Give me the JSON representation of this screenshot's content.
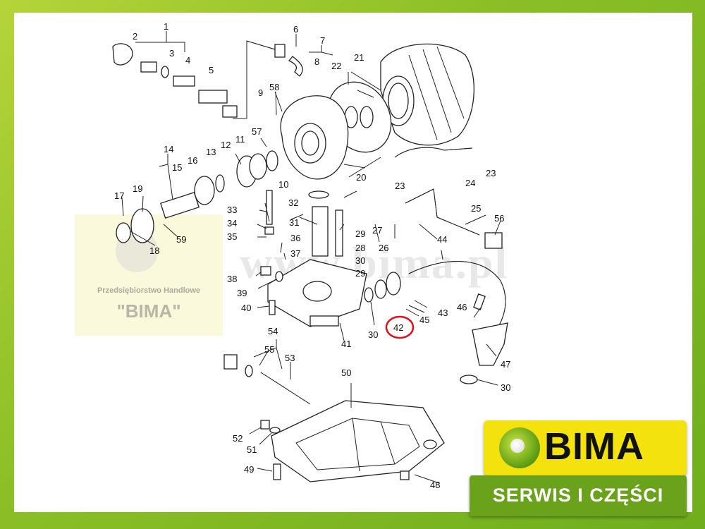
{
  "watermark": {
    "url_text": "www.bima.pl",
    "company_line": "Przedsiębiorstwo Handlowe",
    "company_name": "\"BIMA\""
  },
  "badge": {
    "brand": "BIMA",
    "tagline": "SERWIS I CZĘŚCI"
  },
  "highlighted_part": "42",
  "part_labels": [
    "1",
    "2",
    "3",
    "4",
    "5",
    "6",
    "7",
    "8",
    "9",
    "10",
    "11",
    "12",
    "13",
    "14",
    "15",
    "16",
    "17",
    "18",
    "19",
    "20",
    "21",
    "22",
    "23",
    "23",
    "24",
    "25",
    "26",
    "27",
    "28",
    "29",
    "29",
    "30",
    "30",
    "30",
    "31",
    "32",
    "33",
    "34",
    "35",
    "36",
    "37",
    "38",
    "39",
    "40",
    "41",
    "42",
    "43",
    "44",
    "45",
    "46",
    "47",
    "48",
    "49",
    "50",
    "51",
    "52",
    "53",
    "54",
    "55",
    "56",
    "57",
    "58",
    "59"
  ],
  "colors": {
    "frame_green": "#8cbf26",
    "badge_yellow": "#f4e20f",
    "badge_green": "#6aa21c",
    "highlight_red": "#e0101a"
  }
}
